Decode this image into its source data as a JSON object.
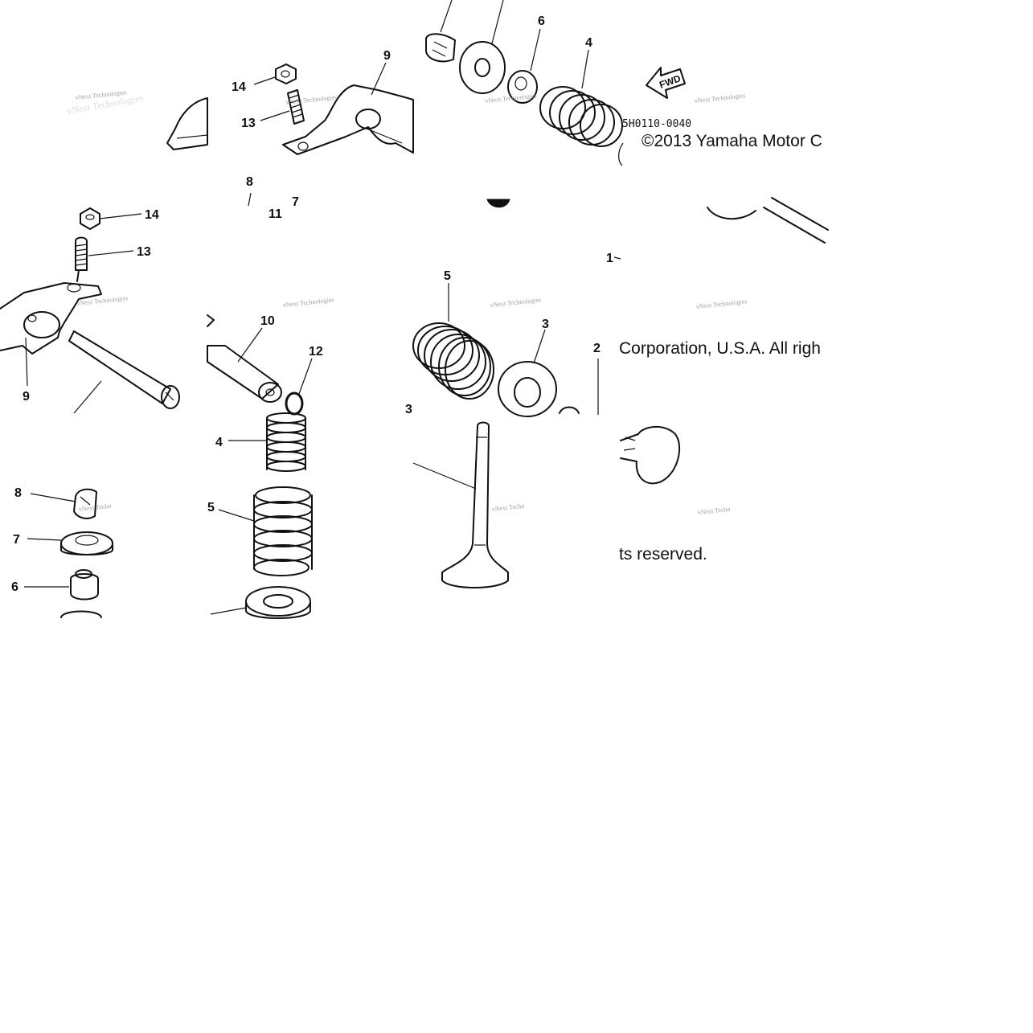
{
  "callouts": {
    "c6_top": "6",
    "c4_top": "4",
    "c9_top": "9",
    "c14_top": "14",
    "c13_top": "13",
    "c8_top": "8",
    "c7_top": "7",
    "c11_top": "11",
    "c14_left": "14",
    "c13_left": "13",
    "c9_left": "9",
    "c10": "10",
    "c12": "12",
    "c5_right": "5",
    "c3_right": "3",
    "c2": "2",
    "c1": "1",
    "c3_mid": "3",
    "c4_mid": "4",
    "c5_mid": "5",
    "c8_low": "8",
    "c7_low": "7",
    "c6_low": "6"
  },
  "fwd_label": "FWD",
  "part_code": "5H0110-0040",
  "copyright": {
    "line1": "©2013 Yamaha Motor C",
    "line2": "Corporation, U.S.A. All righ",
    "line3": "ts reserved."
  },
  "watermark": {
    "line1": "vNext Technologies",
    "line1_cut": "vNext Techn",
    "line2": "vNext Technologies"
  }
}
